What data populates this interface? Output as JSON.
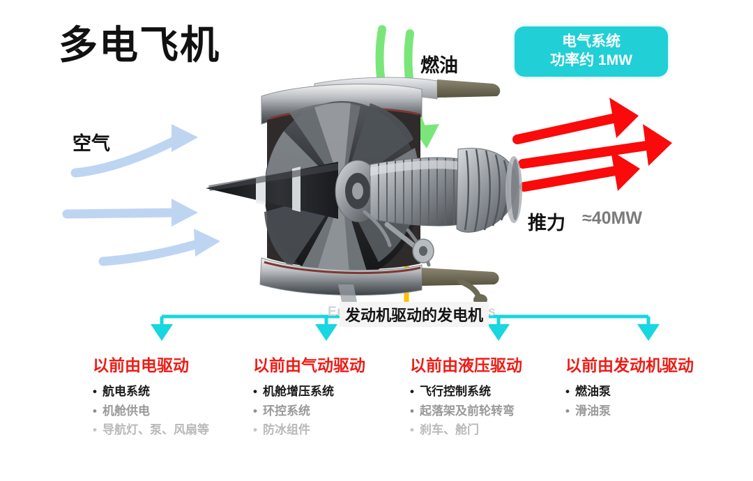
{
  "title": "多电飞机",
  "badge": {
    "line1": "电气系统",
    "line2": "功率约 1MW",
    "color": "#21cfd6"
  },
  "flows": {
    "air": {
      "label": "空气",
      "color": "#bed5f2"
    },
    "fuel": {
      "label": "燃油",
      "color": "#7ae67a"
    },
    "thrust": {
      "label": "推力",
      "value": "≈40MW",
      "color": "#fa0a0a"
    }
  },
  "generator": {
    "label": "发动机驱动的发电机",
    "ghost_label": "Engine driven generators",
    "connector_color": "#17d7e0",
    "stem_color": "#ffc000"
  },
  "columns": [
    {
      "title": "以前由电驱动",
      "items": [
        "航电系统",
        "机舱供电",
        "导航灯、泵、风扇等"
      ]
    },
    {
      "title": "以前由气动驱动",
      "items": [
        "机舱增压系统",
        "环控系统",
        "防冰组件"
      ]
    },
    {
      "title": "以前由液压驱动",
      "items": [
        "飞行控制系统",
        "起落架及前轮转弯",
        "刹车、舱门"
      ]
    },
    {
      "title": "以前由发动机驱动",
      "items": [
        "燃油泵",
        "滑油泵"
      ]
    }
  ],
  "bullet_glyph": "•",
  "colors": {
    "title_red": "#ef1b15",
    "text_black": "#1a1a1a",
    "text_gray": "#9a9a9a",
    "text_gray_light": "#b9b9b9"
  }
}
